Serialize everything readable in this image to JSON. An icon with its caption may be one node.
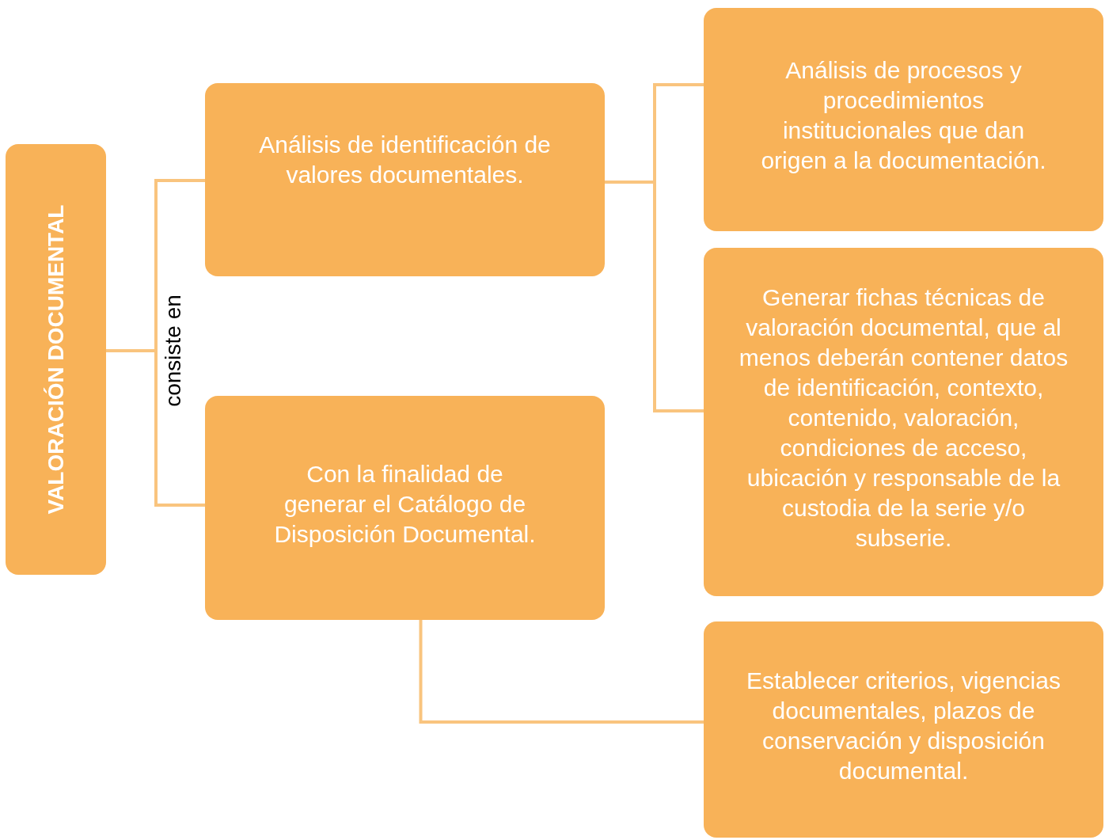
{
  "diagram": {
    "nodes": [
      {
        "text": [
          "VALORACIÓN DOCUMENTAL"
        ]
      },
      {
        "text": [
          "Análisis de identificación de valores documentales."
        ]
      },
      {
        "text": [
          "Con la finalidad de generar el Catálogo de Disposición Documental."
        ]
      },
      {
        "text": [
          "Análisis de procesos y procedimientos institucionales que dan origen a la documentación."
        ]
      },
      {
        "text": [
          "Generar fichas técnicas de valoración documental, que al menos deberán contener datos de identificación, contexto, contenido, valoración, condiciones de acceso, ubicación y responsable de la custodia de la serie y/o subserie."
        ]
      },
      {
        "text": [
          "Establecer criterios, vigencias documentales, plazos de conservación y disposición documental."
        ]
      }
    ],
    "edges": [
      {
        "from": 0,
        "to": 1,
        "arrow": "none",
        "label": "consiste en"
      },
      {
        "from": 0,
        "to": 2,
        "arrow": "none"
      },
      {
        "from": 1,
        "to": 3,
        "arrow": "none"
      },
      {
        "from": 1,
        "to": 4,
        "arrow": "none"
      },
      {
        "from": 2,
        "to": 5,
        "arrow": "none"
      }
    ]
  }
}
